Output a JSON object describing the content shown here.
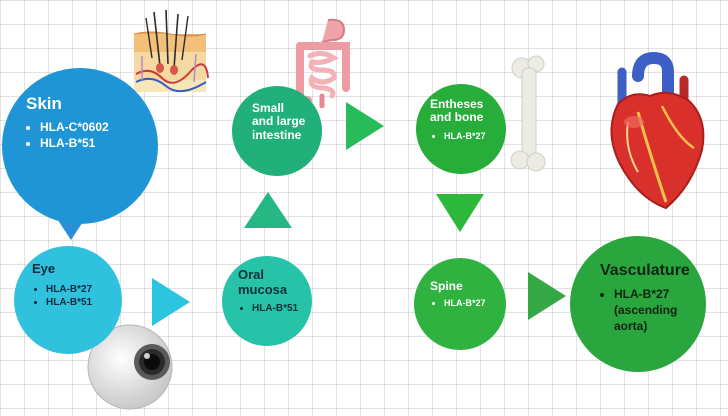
{
  "nodes": {
    "skin": {
      "title": "Skin",
      "items": [
        "HLA-C*0602",
        "HLA-B*51"
      ],
      "color": "#1f95d6"
    },
    "eye": {
      "title": "Eye",
      "items": [
        "HLA-B*27",
        "HLA-B*51"
      ],
      "color": "#30c2dc"
    },
    "oral_mucosa": {
      "title": "Oral\nmucosa",
      "items": [
        "HLA-B*51"
      ],
      "color": "#27c3a8"
    },
    "intestine": {
      "title": "Small\nand large\nintestine",
      "color": "#21b07a"
    },
    "entheses": {
      "title": "Entheses\nand bone",
      "items": [
        "HLA-B*27"
      ],
      "color": "#26ad3a"
    },
    "spine": {
      "title": "Spine",
      "items": [
        "HLA-B*27"
      ],
      "color": "#2fb240"
    },
    "vasculature": {
      "title": "Vasculature",
      "items": [
        "HLA-B*27\n(ascending\naorta)"
      ],
      "color": "#2aa63e"
    }
  },
  "arrows": {
    "skin_to_eye": {
      "direction": "down",
      "color": "#2a8fd6"
    },
    "eye_to_oral": {
      "direction": "right",
      "color": "#2cc4de"
    },
    "oral_to_intestine": {
      "direction": "up",
      "color": "#26b884"
    },
    "intestine_to_entheses": {
      "direction": "right",
      "color": "#27bb5a"
    },
    "entheses_to_spine": {
      "direction": "down",
      "color": "#2db83c"
    },
    "spine_to_vasculature": {
      "direction": "right",
      "color": "#33a844"
    }
  },
  "illustrations": [
    "skin-cross-section-icon",
    "eyeball-icon",
    "intestine-icon",
    "bone-icon",
    "heart-icon"
  ]
}
